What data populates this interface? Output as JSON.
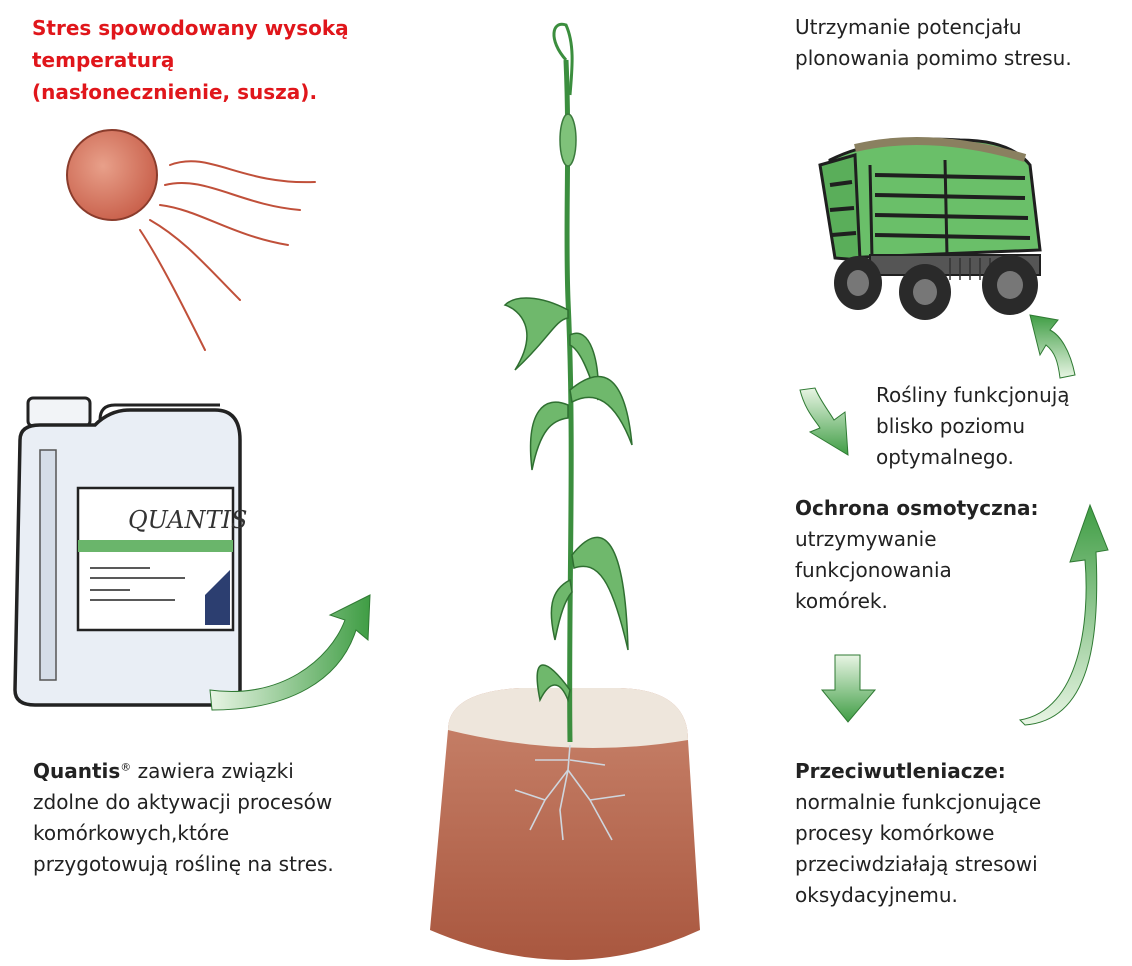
{
  "stress": {
    "line1": "Stres spowodowany wysoką",
    "line2": "temperaturą",
    "line3": "(nasłonecznienie, susza)."
  },
  "yield": {
    "line1": "Utrzymanie potencjału",
    "line2": "plonowania pomimo stresu."
  },
  "plants": {
    "line1": "Rośliny funkcjonują",
    "line2": "blisko poziomu",
    "line3": "optymalnego."
  },
  "osmotic": {
    "title": "Ochrona osmotyczna:",
    "line1": "utrzymywanie",
    "line2": "funkcjonowania",
    "line3": "komórek."
  },
  "antioxidants": {
    "title": "Przeciwutleniacze:",
    "line1": "normalnie funkcjonujące",
    "line2": "procesy komórkowe",
    "line3": "przeciwdziałają stresowi",
    "line4": "oksydacyjnemu."
  },
  "quantis": {
    "brand": "Quantis",
    "reg": "®",
    "line1_rest": " zawiera związki",
    "line2": "zdolne do aktywacji procesów",
    "line3": "komórkowych,które",
    "line4": "przygotowują roślinę na stres.",
    "label": "QUANTIS"
  },
  "colors": {
    "stress_text": "#e0161b",
    "arrow_green": "#4caf50",
    "trailer_green": "#6abf69",
    "soil": "#b86a55"
  },
  "icons": [
    "sun-icon",
    "canister-icon",
    "wheat-plant-icon",
    "trailer-icon",
    "arrow-icon"
  ]
}
